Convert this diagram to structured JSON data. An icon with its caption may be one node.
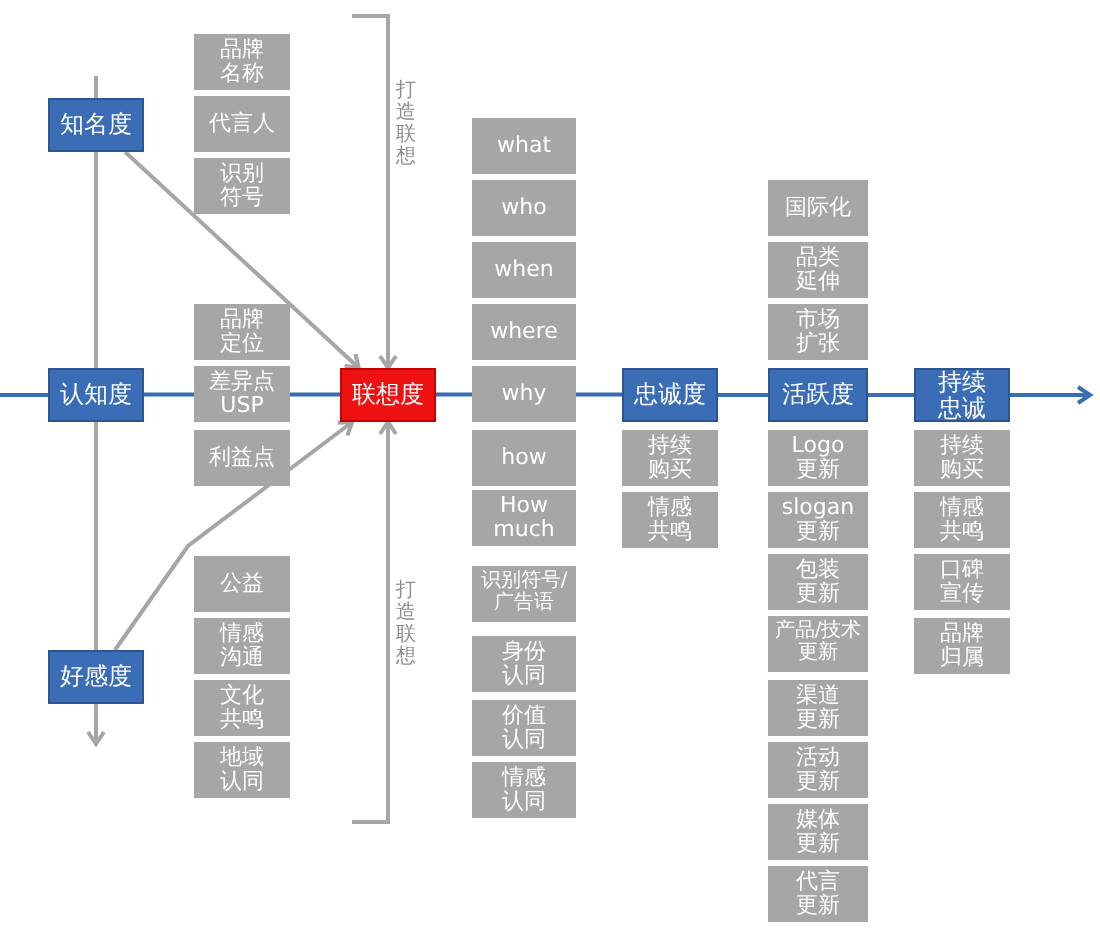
{
  "diagram": {
    "nodes": [
      {
        "text": [
          "知名度"
        ]
      },
      {
        "text": [
          "认知度"
        ]
      },
      {
        "text": [
          "好感度"
        ]
      },
      {
        "text": [
          "品牌名称"
        ]
      },
      {
        "text": [
          "代言人"
        ]
      },
      {
        "text": [
          "识别符号"
        ]
      },
      {
        "text": [
          "品牌定位"
        ]
      },
      {
        "text": [
          "差异点USP"
        ]
      },
      {
        "text": [
          "利益点"
        ]
      },
      {
        "text": [
          "公益"
        ]
      },
      {
        "text": [
          "情感沟通"
        ]
      },
      {
        "text": [
          "文化共鸣"
        ]
      },
      {
        "text": [
          "地域认同"
        ]
      },
      {
        "text": [
          "联想度"
        ]
      },
      {
        "text": [
          "what"
        ]
      },
      {
        "text": [
          "who"
        ]
      },
      {
        "text": [
          "when"
        ]
      },
      {
        "text": [
          "where"
        ]
      },
      {
        "text": [
          "why"
        ]
      },
      {
        "text": [
          "how"
        ]
      },
      {
        "text": [
          "How much"
        ]
      },
      {
        "text": [
          "识别符号/广告语"
        ]
      },
      {
        "text": [
          "身份认同"
        ]
      },
      {
        "text": [
          "价值认同"
        ]
      },
      {
        "text": [
          "情感认同"
        ]
      },
      {
        "text": [
          "忠诚度"
        ]
      },
      {
        "text": [
          "持续购买"
        ]
      },
      {
        "text": [
          "情感共鸣"
        ]
      },
      {
        "text": [
          "国际化"
        ]
      },
      {
        "text": [
          "品类延伸"
        ]
      },
      {
        "text": [
          "市场扩张"
        ]
      },
      {
        "text": [
          "活跃度"
        ]
      },
      {
        "text": [
          "Logo 更新"
        ]
      },
      {
        "text": [
          "slogan 更新"
        ]
      },
      {
        "text": [
          "包装更新"
        ]
      },
      {
        "text": [
          "产品/技术更新"
        ]
      },
      {
        "text": [
          "渠道更新"
        ]
      },
      {
        "text": [
          "活动更新"
        ]
      },
      {
        "text": [
          "媒体更新"
        ]
      },
      {
        "text": [
          "代言更新"
        ]
      },
      {
        "text": [
          "持续忠诚"
        ]
      },
      {
        "text": [
          "持续购买"
        ]
      },
      {
        "text": [
          "情感共鸣"
        ]
      },
      {
        "text": [
          "口碑宣传"
        ]
      },
      {
        "text": [
          "品牌归属"
        ]
      }
    ],
    "edges": [
      {
        "from": null,
        "to": 1,
        "arrow": "none"
      },
      {
        "from": 1,
        "to": 7,
        "arrow": "none"
      },
      {
        "from": 7,
        "to": 13,
        "arrow": "none"
      },
      {
        "from": 13,
        "to": 18,
        "arrow": "none"
      },
      {
        "from": 18,
        "to": 25,
        "arrow": "none"
      },
      {
        "from": 25,
        "to": 31,
        "arrow": "none"
      },
      {
        "from": 31,
        "to": 40,
        "arrow": "none"
      },
      {
        "from": 40,
        "to": null,
        "arrow": "to"
      },
      {
        "from": null,
        "to": 0,
        "arrow": "none",
        "color": "#a6a6a6"
      },
      {
        "from": 0,
        "to": 1,
        "arrow": "none",
        "color": "#a6a6a6"
      },
      {
        "from": 1,
        "to": 2,
        "arrow": "none",
        "color": "#a6a6a6"
      },
      {
        "from": 2,
        "to": null,
        "arrow": "to",
        "color": "#a6a6a6"
      },
      {
        "from": 0,
        "to": 13,
        "arrow": "to",
        "color": "#a6a6a6"
      },
      {
        "from": 2,
        "to": 13,
        "arrow": "to",
        "color": "#a6a6a6"
      },
      {
        "from": null,
        "to": 13,
        "arrow": "to",
        "label": "打造联想",
        "color": "#a6a6a6"
      },
      {
        "from": null,
        "to": 13,
        "arrow": "to",
        "label": "打造联想",
        "color": "#a6a6a6"
      }
    ]
  }
}
